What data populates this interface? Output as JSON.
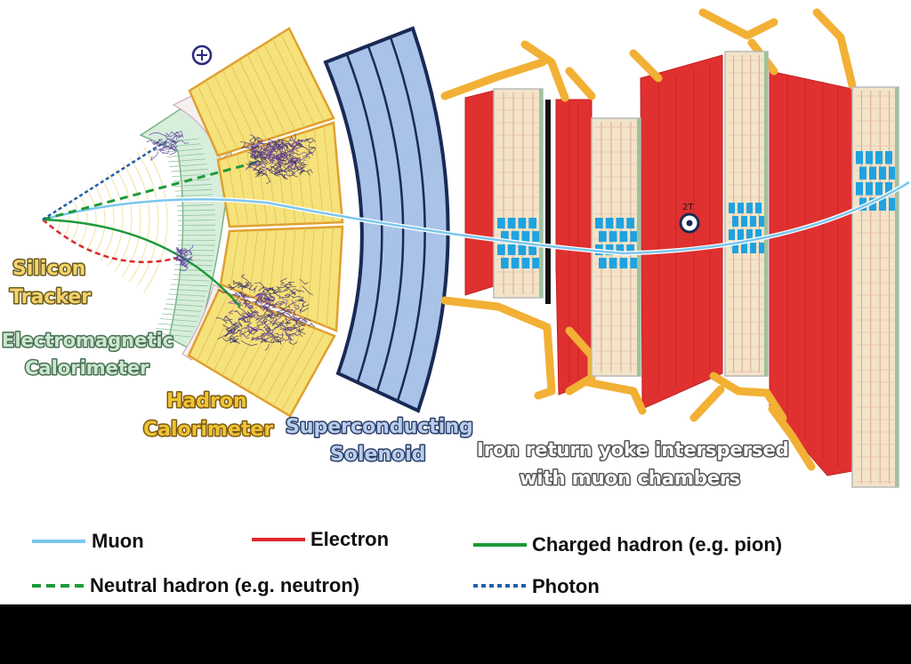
{
  "labels": {
    "silicon_tracker_1": "Silicon",
    "silicon_tracker_2": "Tracker",
    "ecal_1": "Electromagnetic",
    "ecal_2": "Calorimeter",
    "hcal_1": "Hadron",
    "hcal_2": "Calorimeter",
    "solenoid_1": "Superconducting",
    "solenoid_2": "Solenoid",
    "yoke_1": "Iron return yoke interspersed",
    "yoke_2": "with muon chambers",
    "field": "2T"
  },
  "legend": {
    "muon": "Muon",
    "electron": "Electron",
    "charged_hadron": "Charged hadron (e.g. pion)",
    "neutral_hadron": "Neutral hadron (e.g. neutron)",
    "photon": "Photon"
  },
  "colors": {
    "muon": "#7cc6ee",
    "electron": "#e0282c",
    "charged_hadron": "#1e9a3a",
    "neutral_hadron": "#1e9a3a",
    "photon": "#1e5fa8",
    "tracker_label": "#f3d36b",
    "ecal_label": "#9ed2a8",
    "hcal_label": "#f1c232",
    "solenoid_label": "#9fb7dd",
    "yoke_label": "#ffffff",
    "hcal_fill": "#f6e27a",
    "hcal_edge": "#e0a030",
    "solenoid_fill": "#a9c2e8",
    "solenoid_edge": "#1a2a55",
    "yoke_fill": "#e03030",
    "yoke_edge": "#f2b035",
    "chamber_fill": "#f3e3c8",
    "chamber_hit": "#1fa3e0"
  },
  "icons": {
    "field_out": "circle-dot-icon",
    "field_in": "circle-cross-icon"
  }
}
